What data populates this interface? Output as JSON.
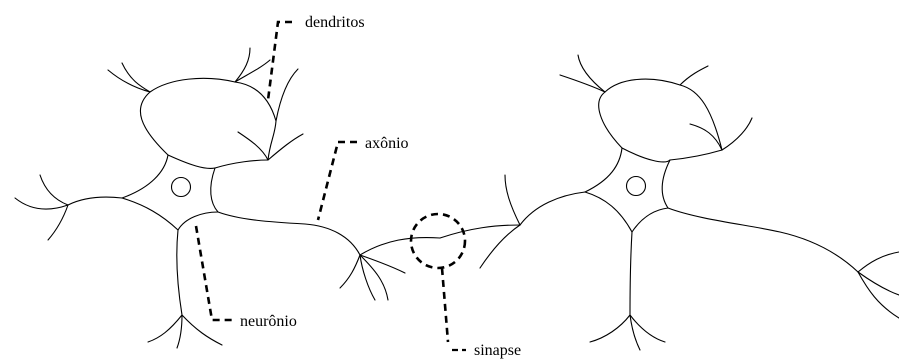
{
  "labels": {
    "dendrites": "dendritos",
    "axon": "axônio",
    "neuron": "neurônio",
    "synapse": "sinapse"
  }
}
